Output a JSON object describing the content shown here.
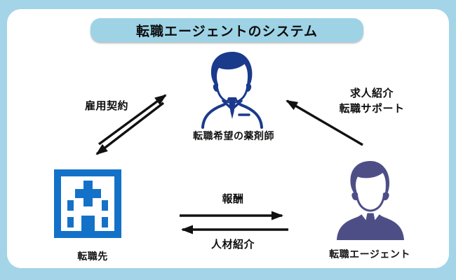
{
  "title": "転職エージェントのシステム",
  "colors": {
    "frame_background": "#a3d4e8",
    "panel": "#ffffff",
    "banner": "#9ed3e6",
    "pharmacist_navy": "#1a3a8c",
    "building_blue": "#1372c8",
    "agent_slate": "#4e4e87",
    "arrow_black": "#111111"
  },
  "nodes": {
    "pharmacist": {
      "label": "転職希望の薬剤師",
      "icon": "pharmacist-icon"
    },
    "employer": {
      "label": "転職先",
      "icon": "hospital-building-icon"
    },
    "agent": {
      "label": "転職エージェント",
      "icon": "business-person-icon"
    }
  },
  "edges": {
    "employment_contract": {
      "label": "雇用契約",
      "between": [
        "転職先",
        "転職希望の薬剤師"
      ],
      "direction": "bidirectional"
    },
    "job_support": {
      "label_line1": "求人紹介",
      "label_line2": "転職サポート",
      "from": "転職エージェント",
      "to": "転職希望の薬剤師"
    },
    "reward": {
      "label": "報酬",
      "from": "転職先",
      "to": "転職エージェント"
    },
    "referral": {
      "label": "人材紹介",
      "from": "転職エージェント",
      "to": "転職先"
    }
  }
}
